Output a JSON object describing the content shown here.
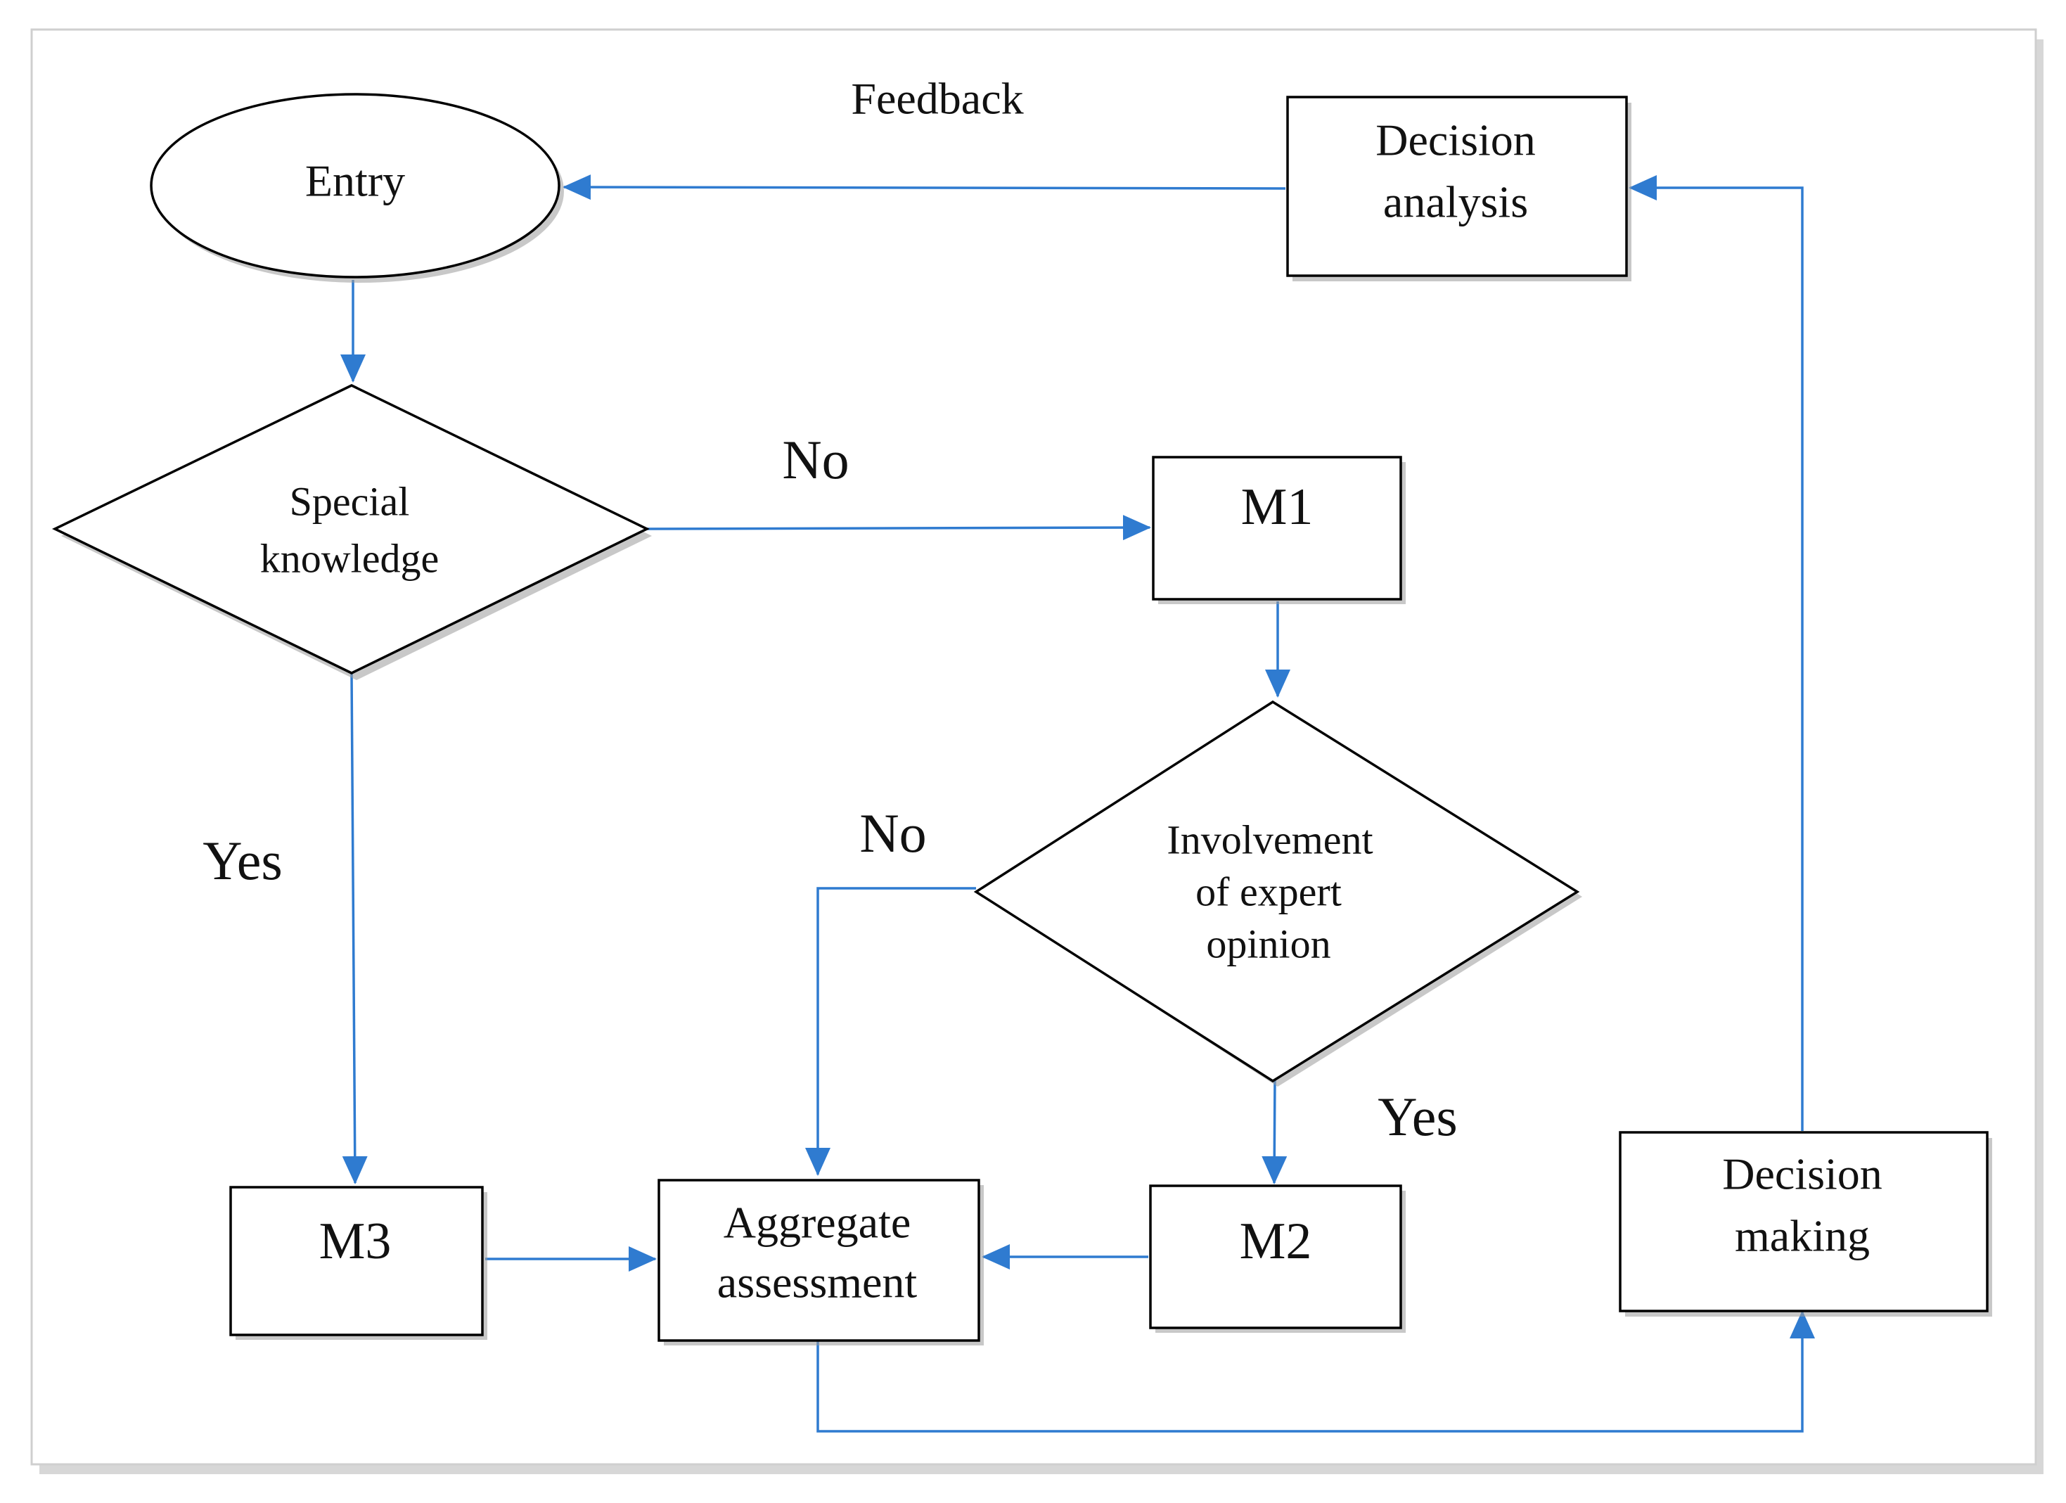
{
  "diagram": {
    "colors": {
      "connector": "#2f7bd0",
      "outline": "#000000",
      "background": "#ffffff"
    },
    "nodes": {
      "entry": {
        "label": "Entry",
        "shape": "ellipse"
      },
      "special_knowledge": {
        "line1": "Special",
        "line2": "knowledge",
        "shape": "diamond"
      },
      "m1": {
        "label": "M1",
        "shape": "rect"
      },
      "involvement": {
        "line1": "Involvement",
        "line2": "of expert",
        "line3": "opinion",
        "shape": "diamond"
      },
      "m2": {
        "label": "M2",
        "shape": "rect"
      },
      "m3": {
        "label": "M3",
        "shape": "rect"
      },
      "aggregate": {
        "line1": "Aggregate",
        "line2": "assessment",
        "shape": "rect"
      },
      "decision_making": {
        "line1": "Decision",
        "line2": "making",
        "shape": "rect"
      },
      "decision_analysis": {
        "line1": "Decision",
        "line2": "analysis",
        "shape": "rect"
      }
    },
    "edge_labels": {
      "feedback": "Feedback",
      "no_top": "No",
      "yes_left": "Yes",
      "no_mid": "No",
      "yes_right": "Yes"
    },
    "edges": [
      {
        "from": "entry",
        "to": "special_knowledge"
      },
      {
        "from": "special_knowledge",
        "to": "m1",
        "label": "No"
      },
      {
        "from": "special_knowledge",
        "to": "m3",
        "label": "Yes"
      },
      {
        "from": "m1",
        "to": "involvement"
      },
      {
        "from": "involvement",
        "to": "aggregate",
        "label": "No"
      },
      {
        "from": "involvement",
        "to": "m2",
        "label": "Yes"
      },
      {
        "from": "m3",
        "to": "aggregate"
      },
      {
        "from": "m2",
        "to": "aggregate"
      },
      {
        "from": "aggregate",
        "to": "decision_making"
      },
      {
        "from": "decision_making",
        "to": "decision_analysis"
      },
      {
        "from": "decision_analysis",
        "to": "entry",
        "label": "Feedback"
      }
    ]
  }
}
